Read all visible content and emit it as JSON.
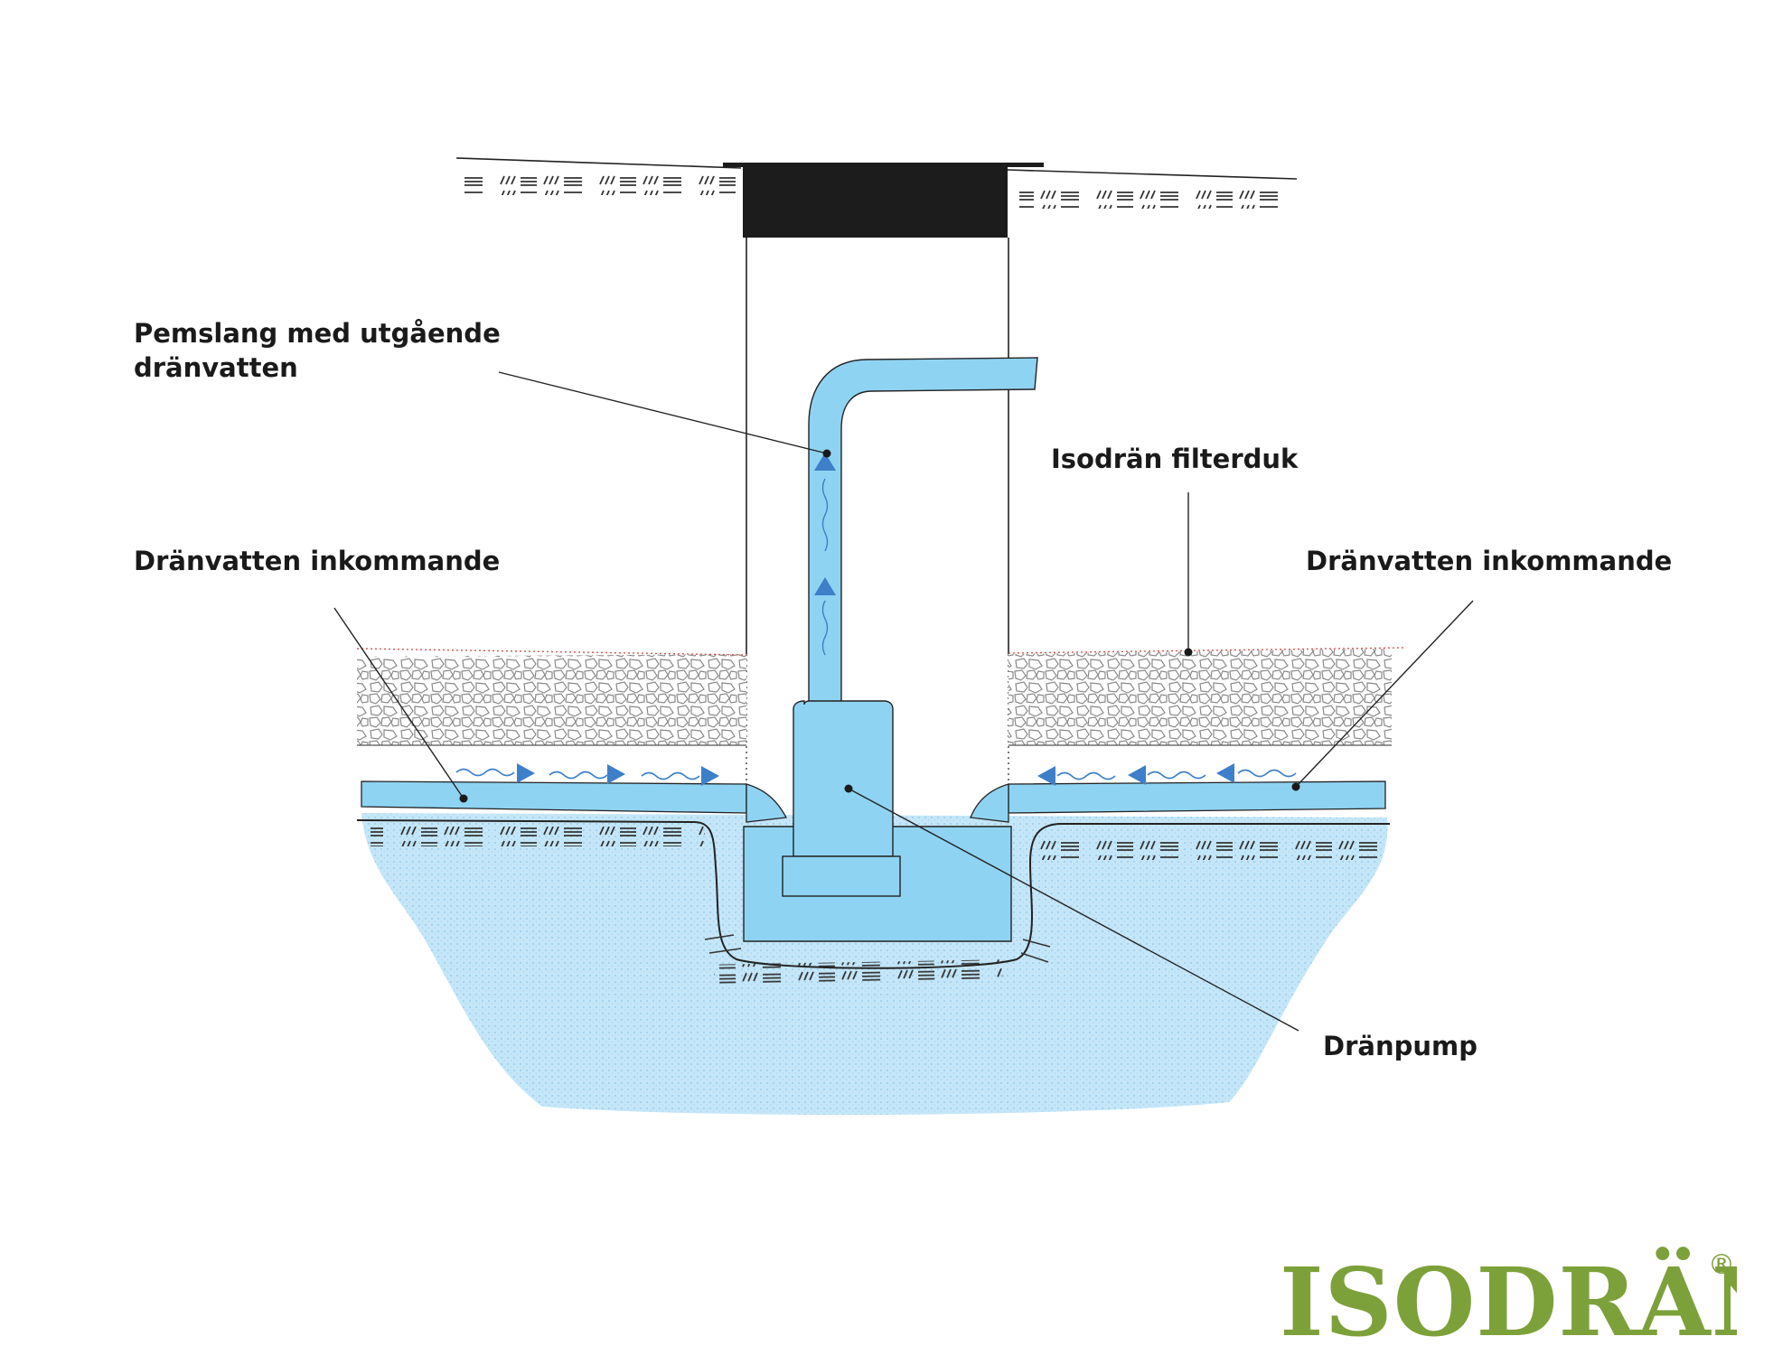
{
  "labels": {
    "hose_line1": "Pemslang med utgående",
    "hose_line2": "dränvatten",
    "filter_cloth": "Isodrän filterduk",
    "incoming_left": "Dränvatten inkommande",
    "incoming_right": "Dränvatten inkommande",
    "pump": "Dränpump"
  },
  "logo": {
    "text": "ISODRÄN",
    "registered_mark": "®"
  },
  "colors": {
    "water": "#8fd3f3",
    "water_light": "#c4e6f8",
    "water_arrow": "#3d7fc9",
    "lid": "#1c1c1c",
    "line": "#222222",
    "filter_line": "#d9534f",
    "gravel": "#8a8a8a",
    "brand": "#7da13a"
  },
  "icons": {
    "flow_arrow": "triangle-arrow-icon",
    "leader_dot": "dot-icon"
  }
}
